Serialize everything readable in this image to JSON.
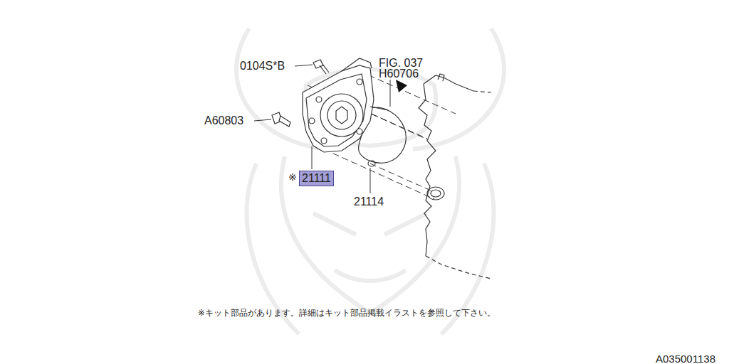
{
  "diagram": {
    "nodes": [
      {
        "text": [
          "21111"
        ]
      }
    ],
    "labels": [
      "0104S*B",
      "A60803",
      "※",
      "21114",
      "FIG. 037",
      "H60706",
      "※キット部品があります。詳細はキット部品掲載イラストを参照して下さい。",
      "A035001138"
    ]
  }
}
